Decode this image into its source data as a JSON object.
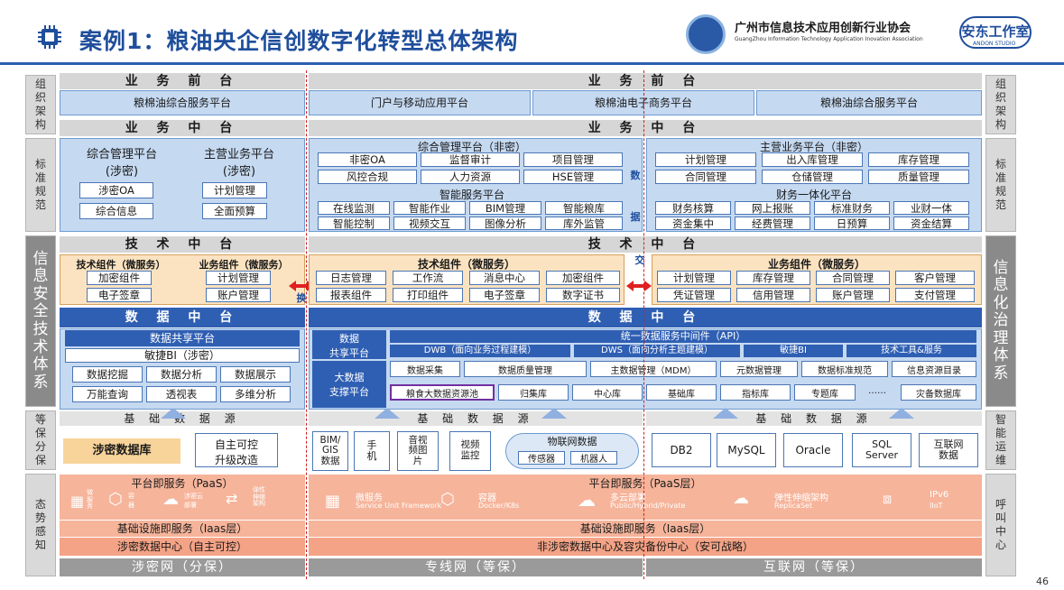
{
  "header": {
    "title": "案例1：粮油央企信创数字化转型总体架构",
    "assoc_name": "广州市信息技术应用创新行业协会",
    "assoc_en": "GuangZhou Information Technology Application Inovation Association",
    "studio": "安东工作室",
    "studio_en": "ANDON STUDIO",
    "page": "46"
  },
  "left_side": [
    "组织架构",
    "标准规范",
    "信息安全技术体系",
    "等保分保",
    "态势感知"
  ],
  "right_side": [
    "组织架构",
    "标准规范",
    "信息化治理体系",
    "智能运维",
    "呼叫中心"
  ],
  "front": {
    "label": "业 务 前 台",
    "left": "粮棉油综合服务平台",
    "items": [
      "门户与移动应用平台",
      "粮棉油电子商务平台",
      "粮棉油综合服务平台"
    ]
  },
  "middle": {
    "label": "业 务 中 台",
    "sec_left_a": {
      "title": "综合管理平台\n(涉密)",
      "items": [
        "涉密OA",
        "综合信息"
      ]
    },
    "sec_left_b": {
      "title": "主营业务平台\n(涉密)",
      "items": [
        "计划管理",
        "全面预算"
      ]
    },
    "zh": {
      "title": "综合管理平台（非密）",
      "items": [
        "非密OA",
        "监督审计",
        "项目管理",
        "风控合规",
        "人力资源",
        "HSE管理"
      ]
    },
    "smart": {
      "title": "智能服务平台",
      "items": [
        "在线监测",
        "智能作业",
        "BIM管理",
        "智能粮库",
        "智能控制",
        "视频交互",
        "图像分析",
        "库外监管"
      ]
    },
    "main": {
      "title": "主营业务平台（非密）",
      "items": [
        "计划管理",
        "出入库管理",
        "库存管理",
        "合同管理",
        "仓储管理",
        "质量管理"
      ]
    },
    "fin": {
      "title": "财务一体化平台",
      "items": [
        "财务核算",
        "网上报账",
        "标准财务",
        "业财一体",
        "资金集中",
        "经费管理",
        "日预算",
        "资金结算"
      ]
    },
    "link": [
      "数",
      "据"
    ]
  },
  "tech": {
    "label": "技 术 中 台",
    "left_tech": {
      "title": "技术组件（微服务）",
      "items": [
        "加密组件",
        "电子签章"
      ]
    },
    "left_biz": {
      "title": "业务组件（微服务）",
      "items": [
        "计划管理",
        "账户管理"
      ]
    },
    "tech_c": {
      "title": "技术组件（微服务）",
      "items": [
        "日志管理",
        "工作流",
        "消息中心",
        "加密组件",
        "报表组件",
        "打印组件",
        "电子签章",
        "数字证书"
      ]
    },
    "biz_c": {
      "title": "业务组件（微服务）",
      "items": [
        "计划管理",
        "库存管理",
        "合同管理",
        "客户管理",
        "凭证管理",
        "信用管理",
        "账户管理",
        "支付管理"
      ]
    },
    "link": [
      "交",
      "换"
    ]
  },
  "data": {
    "label": "数 据 中 台",
    "left_share": "数据共享平台",
    "left_bi": "敏捷BI（涉密）",
    "left_items": [
      "数据挖掘",
      "数据分析",
      "数据展示",
      "万能查询",
      "透视表",
      "多维分析"
    ],
    "share_label": "数据\n共享平台",
    "big_label": "大数据\n支撑平台",
    "api": "统一数据服务中间件（API）",
    "row2": [
      "DWB（面向业务过程建模）",
      "DWS（面向分析主题建模）",
      "敏捷BI",
      "技术工具&服务"
    ],
    "row3": [
      "数据采集",
      "数据质量管理",
      "主数据管理（MDM）",
      "元数据管理",
      "数据标准规范",
      "信息资源目录"
    ],
    "row4": [
      "粮食大数据资源池",
      "归集库",
      "中心库",
      "基础库",
      "指标库",
      "专题库",
      "……",
      "灾备数据库"
    ]
  },
  "source": {
    "label": "基 础 数 据 源",
    "left_main": "涉密数据库",
    "left_sub": "自主可控\n升级改造",
    "mid": [
      "BIM/\nGIS\n数据",
      "手\n机",
      "音视\n频图\n片",
      "视频\n监控"
    ],
    "iot": "物联网数据",
    "iot_items": [
      "传感器",
      "机器人"
    ],
    "right": [
      "DB2",
      "MySQL",
      "Oracle",
      "SQL\nServer",
      "互联网\n数据"
    ]
  },
  "paas": {
    "left": "平台即服务（PaaS）",
    "mid": "平台即服务（PaaS层）",
    "left_icons": [
      "微\n服\n务",
      "容\n器",
      "涉密云\n部署",
      "弹性\n伸缩\n架构"
    ],
    "right_icons": [
      {
        "a": "微服务",
        "b": "Service Unit Framework"
      },
      {
        "a": "容器",
        "b": "Docker/K8s"
      },
      {
        "a": "多云部署",
        "b": "Public/Hybrid/Private"
      },
      {
        "a": "弹性伸缩架构",
        "b": "ReplicaSet"
      },
      {
        "a": "IPv6",
        "b": "IIoT"
      }
    ]
  },
  "iaas": {
    "left": "基础设施即服务（Iaas层）",
    "right": "基础设施即服务（Iaas层）"
  },
  "dc": {
    "left": "涉密数据中心（自主可控）",
    "right": "非涉密数据中心及容灾备份中心（安可战略）"
  },
  "net": [
    "涉密网（分保）",
    "专线网（等保）",
    "互联网（等保）"
  ]
}
